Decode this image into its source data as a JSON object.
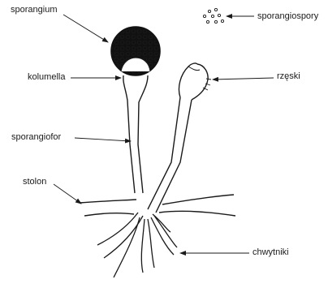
{
  "labels": {
    "sporangium": "sporangium",
    "sporangiospory": "sporangiospory",
    "kolumella": "kolumella",
    "rzeski": "rzęski",
    "sporangiofor": "sporangiofor",
    "stolon": "stolon",
    "chwytniki": "chwytniki"
  },
  "colors": {
    "ink": "#1a1a1a",
    "background": "#ffffff"
  }
}
